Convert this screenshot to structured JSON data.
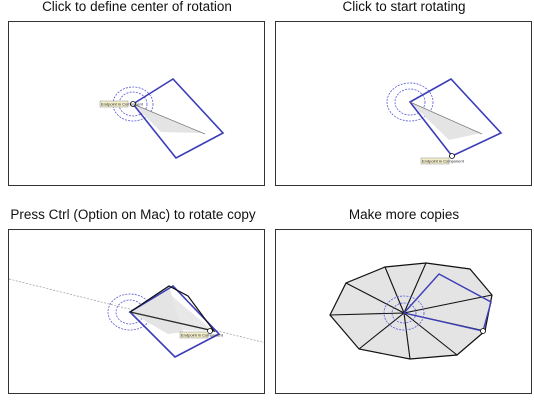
{
  "panels": [
    {
      "caption": "Click to define center of rotation",
      "tooltip": "Endpoint in Component"
    },
    {
      "caption": "Click to start rotating",
      "tooltip": "Endpoint in Component"
    },
    {
      "caption": "Press Ctrl (Option on Mac) to rotate copy",
      "tooltip": "Endpoint in Component"
    },
    {
      "caption": "Make more copies"
    }
  ],
  "colors": {
    "edge_blue": "#3b3db8",
    "protractor": "#5a5ad8",
    "face_fill": "#e4e4e4",
    "edge_black": "#111111",
    "panel_border": "#333333"
  }
}
